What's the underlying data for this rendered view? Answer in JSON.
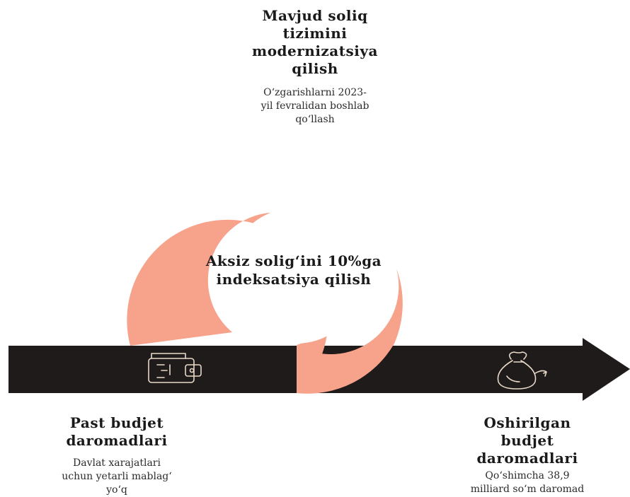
{
  "top": {
    "title_lines": [
      "Mavjud soliq",
      "tizimini",
      "modernizatsiya",
      "qilish"
    ],
    "desc_lines": [
      "O‘zgarishlarni 2023-",
      "yil fevralidan boshlab",
      "qo‘llash"
    ]
  },
  "center": {
    "lines": [
      "Aksiz solig‘ini 10%ga",
      "indeksatsiya qilish"
    ]
  },
  "left": {
    "title_lines": [
      "Past budjet",
      "daromadlari"
    ],
    "desc_lines": [
      "Davlat xarajatlari",
      "uchun yetarli mablag‘",
      "yo‘q"
    ]
  },
  "right": {
    "title_lines": [
      "Oshirilgan",
      "budjet",
      "daromadlari"
    ],
    "desc_lines": [
      "Qo‘shimcha 38,9",
      "milliard so‘m daromad"
    ]
  },
  "icons": {
    "top": "judge-gavel-icon",
    "left": "wallet-icon",
    "right": "money-bag-icon"
  },
  "colors": {
    "ring": "#F7A28A",
    "arrow": "#1E1B1A",
    "icon_stroke_light": "#ffffff",
    "icon_stroke_dark": "#E8D9C8"
  }
}
